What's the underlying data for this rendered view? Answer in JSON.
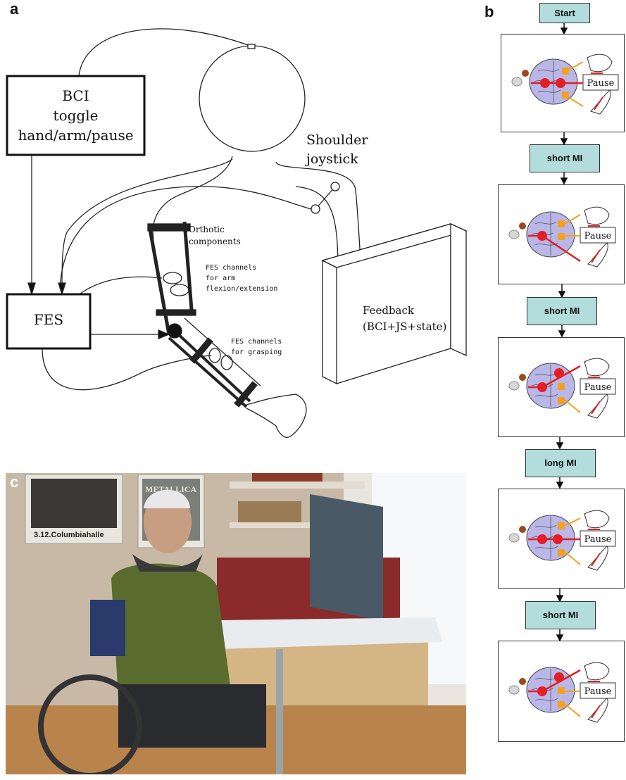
{
  "panels": {
    "a": "a",
    "b": "b",
    "c": "c"
  },
  "diagram_a": {
    "bci_box": {
      "line1": "BCI",
      "line2": "toggle",
      "line3": "hand/arm/pause"
    },
    "fes_box": "FES",
    "shoulder_joystick": {
      "line1": "Shoulder",
      "line2": "joystick"
    },
    "orthotic": {
      "line1": "Orthotic",
      "line2": "components"
    },
    "fes_arm": {
      "line1": "FES channels",
      "line2": "for arm",
      "line3": "flexion/extension"
    },
    "fes_grasp": {
      "line1": "FES channels",
      "line2": "for grasping"
    },
    "feedback": {
      "line1": "Feedback",
      "line2": "(BCI+JS+state)"
    }
  },
  "flowchart_b": {
    "steps": [
      "Start",
      "short MI",
      "short MI",
      "long MI",
      "short MI"
    ],
    "pause_label": "Pause",
    "colors": {
      "step_fill": "#b3dcdc",
      "brain": "#b9b6e8",
      "red": "#e31e24",
      "orange": "#f4a020"
    }
  },
  "photo_c": {
    "poster_left_text": "3.12.Columbiahalle",
    "poster_right_text": "METALLICA"
  }
}
